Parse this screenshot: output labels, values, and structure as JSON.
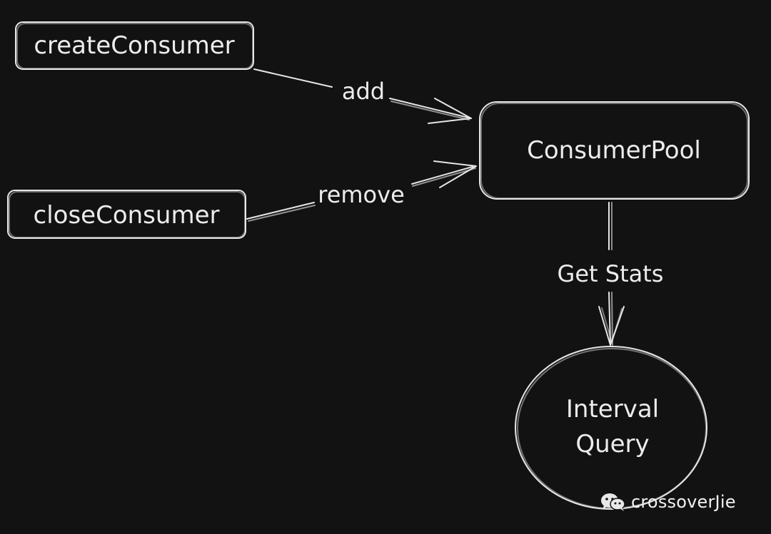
{
  "diagram": {
    "nodes": {
      "create_consumer": "createConsumer",
      "close_consumer": "closeConsumer",
      "consumer_pool": "ConsumerPool",
      "interval_query_line1": "Interval",
      "interval_query_line2": "Query"
    },
    "edges": {
      "add": "add",
      "remove": "remove",
      "get_stats": "Get Stats"
    }
  },
  "watermark": {
    "icon": "wechat-icon",
    "text": "crossoverJie"
  },
  "colors": {
    "background": "#121212",
    "stroke": "#e6e6e6",
    "text": "#ececec"
  }
}
